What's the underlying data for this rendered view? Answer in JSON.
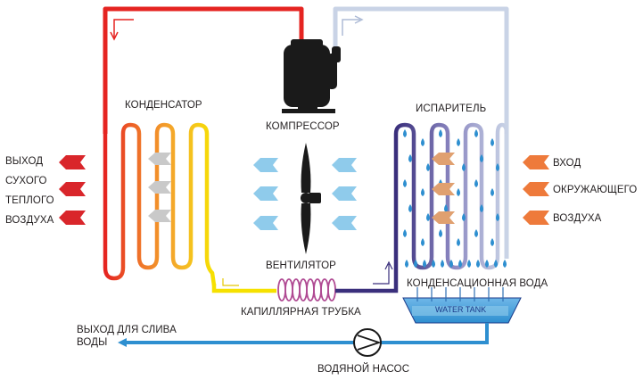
{
  "labels": {
    "condenser": "КОНДЕНСАТОР",
    "compressor": "КОМПРЕССОР",
    "evaporator": "ИСПАРИТЕЛЬ",
    "fan": "ВЕНТИЛЯТОР",
    "capillary": "КАПИЛЛЯРНАЯ ТРУБКА",
    "condensate": "КОНДЕНСАЦИОННАЯ ВОДА",
    "water_tank": "WATER TANK",
    "pump": "ВОДЯНОЙ НАСОС",
    "drain_line1": "ВЫХОД ДЛЯ СЛИВА",
    "drain_line2": "ВОДЫ"
  },
  "output_air": [
    "ВЫХОД",
    "СУХОГО",
    "ТЕПЛОГО",
    "ВОЗДУХА"
  ],
  "input_air": [
    "ВХОД",
    "ОКРУЖАЮЩЕГО",
    "ВОЗДУХА"
  ],
  "colors": {
    "hot_pipe": "#e52421",
    "cold_pipe": "#c9d3e6",
    "liquid_pipe_warm": "#f6e100",
    "liquid_pipe_cold": "#3a2f7c",
    "water": "#2e8fd0",
    "air_cool": "#8fcbeb",
    "air_out": "#d9262b",
    "air_in": "#ee7a3b",
    "copper": "#b04a93"
  },
  "icons": {
    "compressor": "compressor-icon",
    "fan": "fan-icon",
    "pump": "pump-icon",
    "water_drop": "water-drop-icon",
    "arrow": "arrow-icon"
  }
}
